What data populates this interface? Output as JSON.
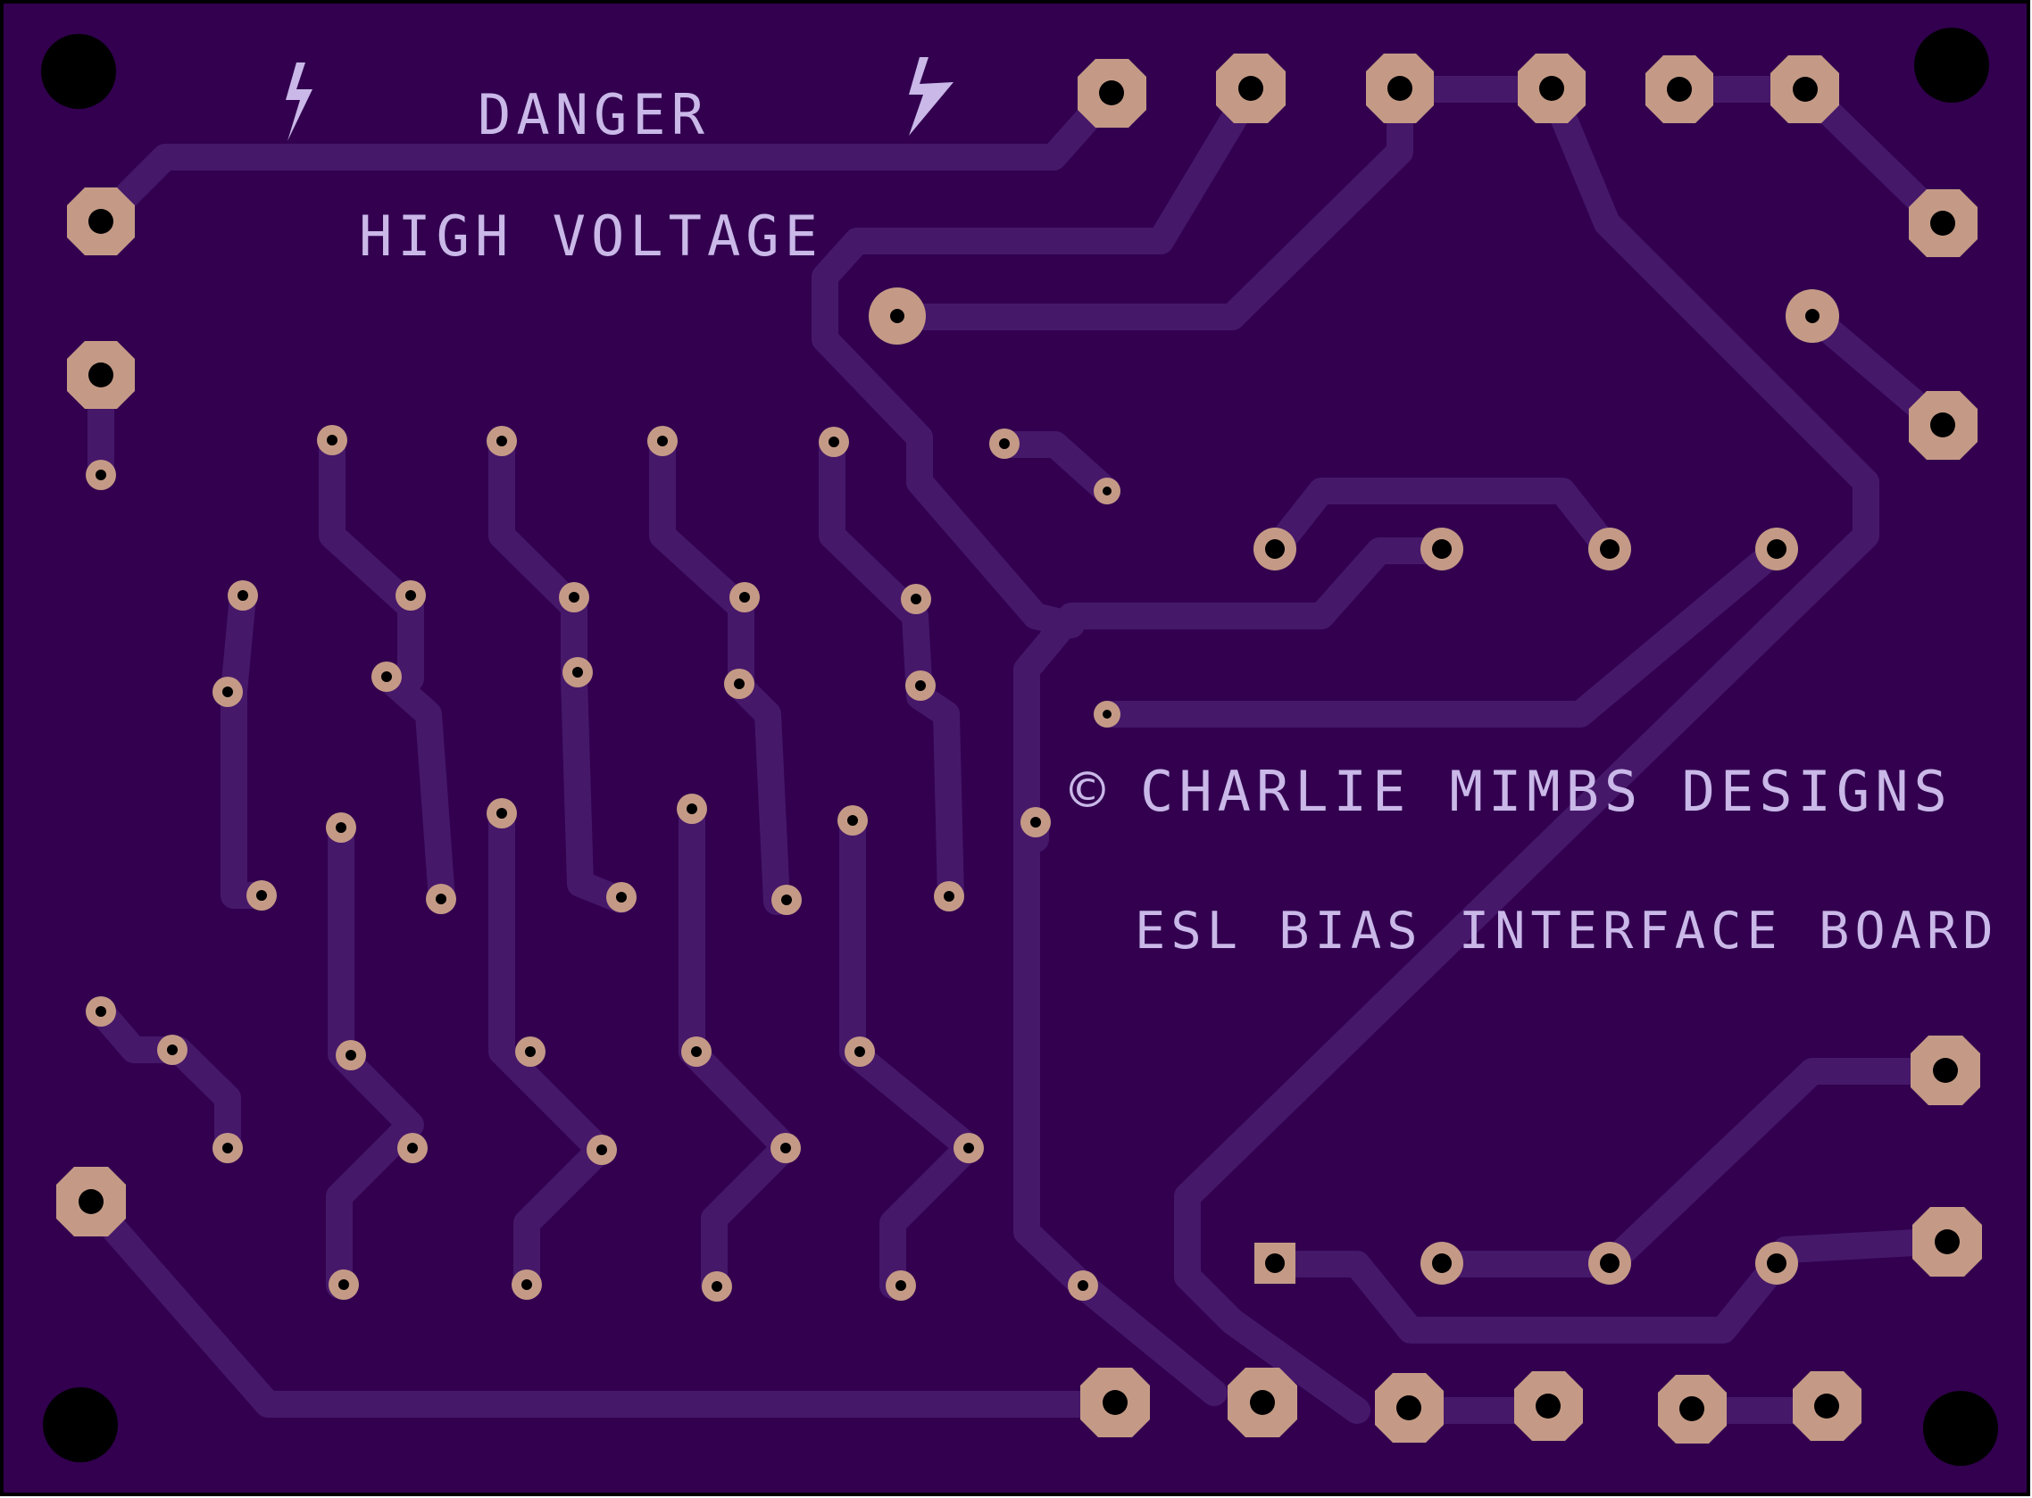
{
  "silkscreen": {
    "danger": "DANGER",
    "high_voltage": "HIGH VOLTAGE",
    "copyright_symbol": "©",
    "designer": "CHARLIE MIMBS DESIGNS",
    "board_name": "ESL BIAS INTERFACE BOARD"
  },
  "colors": {
    "board": "#32004f",
    "trace": "#46186a",
    "copper": "#c49a86",
    "hole": "#000000",
    "silkscreen": "#c9b8e8",
    "outline": "#000000"
  },
  "icons": [
    "lightning-bolt-icon",
    "lightning-bolt-icon"
  ]
}
